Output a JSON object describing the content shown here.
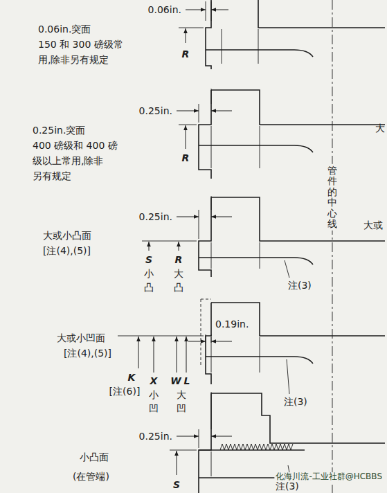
{
  "diagram": {
    "labels": [
      "0.06in.",
      "0.06in.突面",
      "150 和 300 磅级常",
      "用,除非另有规定",
      "R",
      "0.25in.",
      "0.25in.突面",
      "400 磅级和 400 磅",
      "级以上常用,除非",
      "另有规定",
      "R",
      "0.25in.",
      "大或小凸面",
      "[注(4),(5)]",
      "S",
      "小",
      "凸",
      "R",
      "大",
      "凸",
      "注(3)",
      "0.19in.",
      "大或小凹面",
      "[注(4),(5)]",
      "K",
      "[注(6)]",
      "X",
      "小",
      "凹",
      "W",
      "L",
      "大",
      "凹",
      "注(3)",
      "0.25in.",
      "小凸面",
      "(在管端)",
      "S",
      "注(3)",
      "管件的中心线",
      "大",
      "大或",
      "化海川流-工业社群@HCBBS"
    ]
  }
}
